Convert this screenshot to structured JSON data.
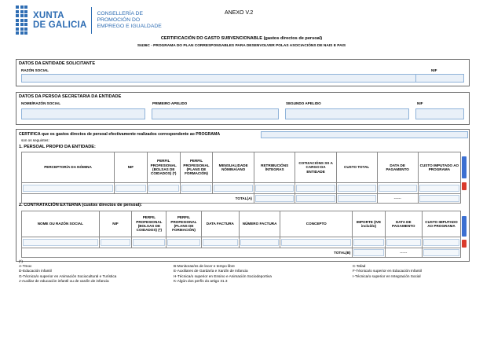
{
  "logo": {
    "line1": "XUNTA",
    "line2": "DE GALICIA",
    "dept1": "CONSELLERÍA DE",
    "dept2": "PROMOCIÓN DO",
    "dept3": "EMPREGO E IGUALDADE"
  },
  "anexo": "ANEXO V.2",
  "title": "CERTIFICACIÓN DO GASTO SUBVENCIONABLE (gastos directos de persoal)",
  "subtitle": "SI436C - PROGRAMA DO PLAN CORRESPONSABLES PARA DESENVOLVER POLAS ASOCIACIÓNS DE NAIS E PAIS",
  "entity": {
    "title": "DATOS DA ENTIDADE SOLICITANTE",
    "razon": "RAZÓN SOCIAL",
    "nif": "NIF"
  },
  "secretary": {
    "title": "DATOS DA PERSOA SECRETARIA DA ENTIDADE",
    "name": "NOME/RAZÓN SOCIAL",
    "ap1": "PRIMEIRO APELIDO",
    "ap2": "SEGUNDO APELIDO",
    "nif": "NIF"
  },
  "cert": {
    "line": "CERTIFICA que os gastos directos de persoal efectivamente realizados correspondente ao PROGRAMA",
    "line2": "son os seguintes:",
    "s1": "1. PERSOAL PROPIO DA ENTIDADE:",
    "s1_headers": [
      "PERCEPTOR/A DA NÓMINA",
      "NIF",
      "PERFIL PROFESIONAL (BOLSAS DE COIDADOS) (*)",
      "PERFIL PROFESIONAL (PLANS DE FORMACIÓN)",
      "MENSUALIDADE NÓMINA/ANO",
      "RETRIBUCIÓNS ÍNTEGRAS",
      "COTIZACIÓNS SS A CARGO DA ENTIDADE",
      "CUSTO TOTAL",
      "DATA DE PAGAMENTO",
      "CUSTO IMPUTADO AO PROGRAMA"
    ],
    "s1_total": "TOTAL(A)",
    "s1_dash": "------",
    "s2": "2. CONTRATACIÓN EXTERNA (custos directos de persoal):",
    "s2_headers": [
      "NOME OU RAZÓN SOCIAL",
      "NIF",
      "PERFIL PROFESIONAL (BOLSAS DE COIDADOS) (*)",
      "PERFIL PROFESIONAL (PLANS DE FORMACIÓN)",
      "DATA FACTURA",
      "NÚMERO FACTURA",
      "CONCEPTO",
      "IMPORTE (IVE incluído)",
      "DATA DE PAGAMENTO",
      "CUSTO IMPUTADO AO PROGRAMA"
    ],
    "s2_total": "TOTAL(B)",
    "s2_dash": "------"
  },
  "footnote": {
    "star": "(*)",
    "col1": [
      "A-Tmoc",
      "D-Educación infantil",
      "G-Técnica/o superior en Animación Sociocultural e Turística",
      "J-Auxiliar de educación infantil ou de xardín de infancia"
    ],
    "col2": [
      "B-Monitoras/es de lecer e tempo libre",
      "E-Auxiliares de Gardaría e Xardín de Infancia",
      "H-Técnica/o superior en Ensino e Animación Sociodeportiva",
      "K-Algún dos perfís do artigo 31.3"
    ],
    "col3": [
      "C-Tafad",
      "F-Técnica/o superior en Educación Infantil",
      "I-Técnica/o superior en Integración Social",
      ""
    ]
  },
  "colors": {
    "brand": "#2e6db3",
    "field": "#e9f0f8",
    "add": "#3b6fd1",
    "remove": "#d93a2b"
  }
}
